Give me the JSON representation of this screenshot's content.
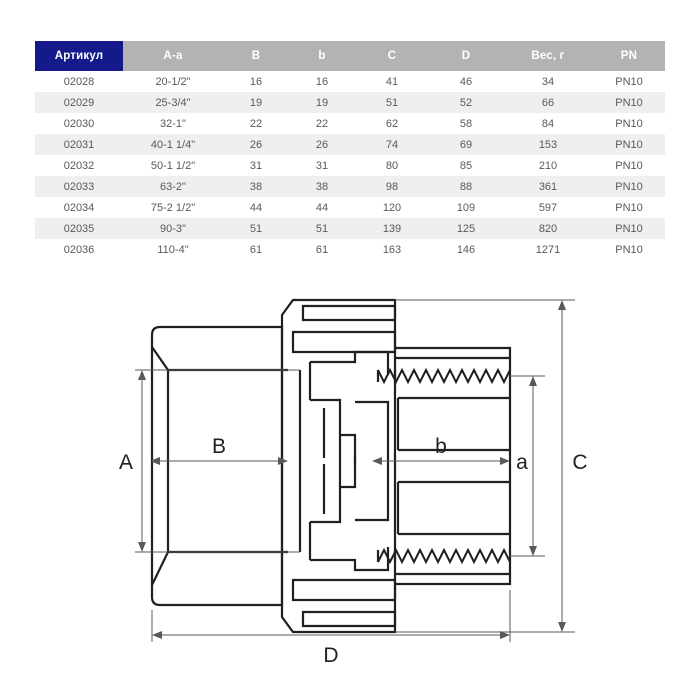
{
  "table": {
    "headers": [
      "Артикул",
      "A-a",
      "B",
      "b",
      "C",
      "D",
      "Вес, г",
      "PN"
    ],
    "rows": [
      [
        "02028",
        "20-1/2\"",
        "16",
        "16",
        "41",
        "46",
        "34",
        "PN10"
      ],
      [
        "02029",
        "25-3/4\"",
        "19",
        "19",
        "51",
        "52",
        "66",
        "PN10"
      ],
      [
        "02030",
        "32-1\"",
        "22",
        "22",
        "62",
        "58",
        "84",
        "PN10"
      ],
      [
        "02031",
        "40-1 1/4\"",
        "26",
        "26",
        "74",
        "69",
        "153",
        "PN10"
      ],
      [
        "02032",
        "50-1 1/2\"",
        "31",
        "31",
        "80",
        "85",
        "210",
        "PN10"
      ],
      [
        "02033",
        "63-2\"",
        "38",
        "38",
        "98",
        "88",
        "361",
        "PN10"
      ],
      [
        "02034",
        "75-2 1/2\"",
        "44",
        "44",
        "120",
        "109",
        "597",
        "PN10"
      ],
      [
        "02035",
        "90-3\"",
        "51",
        "51",
        "139",
        "125",
        "820",
        "PN10"
      ],
      [
        "02036",
        "110-4\"",
        "61",
        "61",
        "163",
        "146",
        "1271",
        "PN10"
      ]
    ],
    "header_first_bg": "#141a8c",
    "header_bg": "#b3b3b3",
    "row_alt_bg": "#efefef",
    "text_color": "#58595b"
  },
  "drawing": {
    "title": "union-fitting-cross-section",
    "line_color": "#231f20",
    "dimension_color": "#58595b",
    "labels": {
      "A": "A",
      "B": "B",
      "C": "C",
      "D": "D",
      "a": "a",
      "b": "b"
    }
  }
}
